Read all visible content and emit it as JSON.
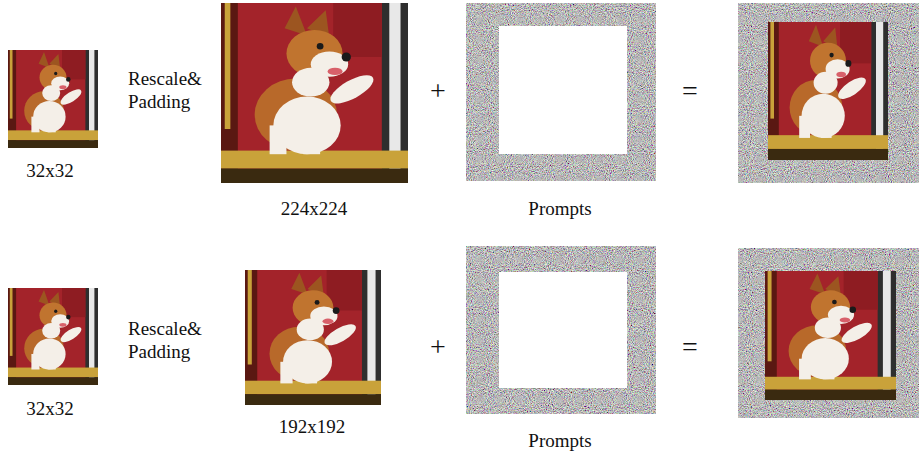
{
  "diagram": {
    "labels": [
      "32x32",
      "Rescale& Padding",
      "224x224",
      "+",
      "Prompts",
      "=",
      "32x32",
      "Rescale& Padding",
      "192x192",
      "+",
      "Prompts",
      "="
    ]
  }
}
